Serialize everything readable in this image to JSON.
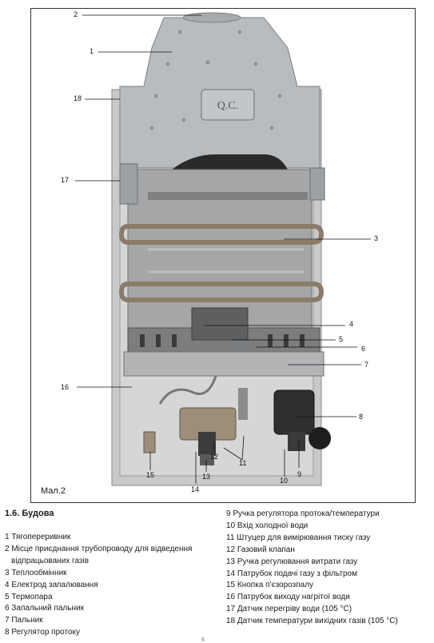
{
  "figure": {
    "caption": "Мал.2",
    "plate_text": "Q.C.",
    "callouts": [
      {
        "n": "1"
      },
      {
        "n": "2"
      },
      {
        "n": "3"
      },
      {
        "n": "4"
      },
      {
        "n": "5"
      },
      {
        "n": "6"
      },
      {
        "n": "7"
      },
      {
        "n": "8"
      },
      {
        "n": "9"
      },
      {
        "n": "10"
      },
      {
        "n": "11"
      },
      {
        "n": "12"
      },
      {
        "n": "13"
      },
      {
        "n": "14"
      },
      {
        "n": "15"
      },
      {
        "n": "16"
      },
      {
        "n": "17"
      },
      {
        "n": "18"
      }
    ]
  },
  "section": {
    "title": "1.6. Будова"
  },
  "legend_left": [
    "1 Тягопереривник",
    "2 Місце приєднання трубопроводу для відведення відпрацьованих газів",
    "3 Теплообмінник",
    "4 Електрод запалювання",
    "5 Термопара",
    "6 Запальний пальник",
    "7 Пальник",
    "8 Регулятор протоку"
  ],
  "legend_right": [
    "9 Ручка регулятора протока/температури",
    "10 Вхід холодної води",
    "11 Штуцер для вимірювання тиску газу",
    "12 Газовий клапан",
    "13 Ручка регулювання витрати газу",
    "14 Патрубок подачі газу з фільтром",
    "15 Кнопка п'єзорозпалу",
    "16 Патрубок виходу нагрітої води",
    "17 Датчик перегріву води (105 °C)",
    "18 Датчик температури вихідних газів (105 °C)"
  ],
  "page_number": "6"
}
